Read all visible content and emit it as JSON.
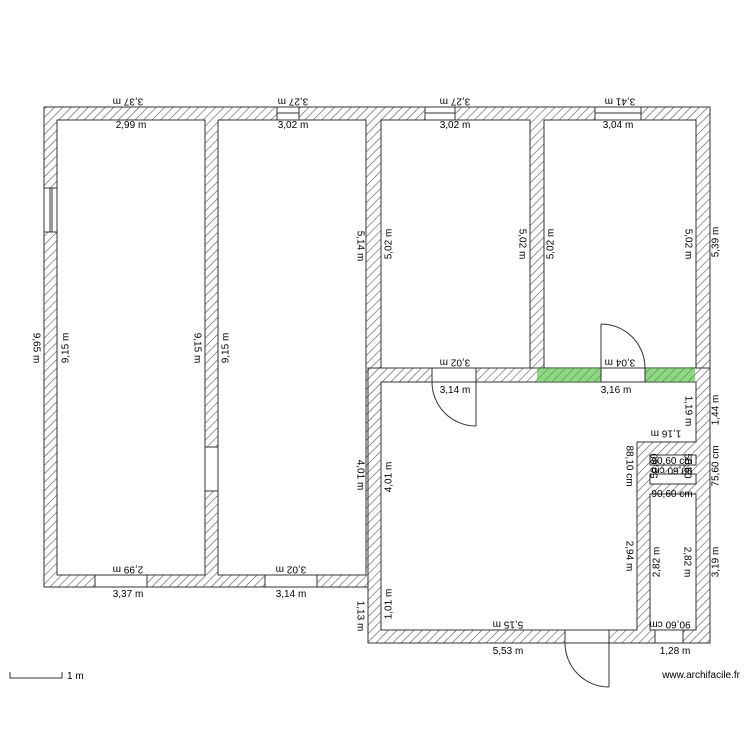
{
  "scale": {
    "label": "1 m"
  },
  "watermark": "www.archifacile.fr",
  "accent_color": "#44bb33",
  "dimensions": {
    "top_outer": [
      "3,37 m",
      "3,27 m",
      "3,27 m",
      "3,41 m"
    ],
    "top_inner": [
      "2,99 m",
      "3,02 m",
      "3,02 m",
      "3,04 m"
    ],
    "left_outer": "9,65 m",
    "room1_height": "9,15 m",
    "room2_left": "9,15 m",
    "room2_right": "9,15 m",
    "room2_height_outer": "5,14 m",
    "room3_left": "5,02 m",
    "room3_right": "5,02 m",
    "room4_left": "5,02 m",
    "room4_right": "5,02 m",
    "right_outer_top": "5,39 m",
    "room3_bottom_flip": "3,02 m",
    "room3_bottom": "3,14 m",
    "room4_bottom_flip": "3,04 m",
    "room4_bottom": "3,16 m",
    "bottom_left_flip": "2,99 m",
    "bottom_left": "3,37 m",
    "bottom_mid_flip": "3,02 m",
    "bottom_mid": "3,14 m",
    "big_room_outer_left": "4,01 m",
    "big_room_inner_left": "4,01 m",
    "step_outer": "1,13 m",
    "step_inner": "1,01 m",
    "big_room_bottom_flip": "5,15 m",
    "big_room_bottom": "5,53 m",
    "closet_wall_1": "1,19 m",
    "right_outer_mid": "1,44 m",
    "closet_width_flip": "1,16 m",
    "closet_88": "88,10 cm",
    "closet_75": "75,60 cm",
    "closet_90_a": "90,60 cm",
    "closet_90_b": "90,60 cm",
    "closet_90_c": "90,60 cm",
    "closet_a": "50,60",
    "closet_b": "50,60",
    "closet_294": "2,94 m",
    "closet_282_a": "2,82 m",
    "closet_282_b": "2,82 m",
    "right_outer_bottom": "3,19 m",
    "closet_bottom_flip": "90,60 cm",
    "closet_bottom": "1,28 m"
  }
}
